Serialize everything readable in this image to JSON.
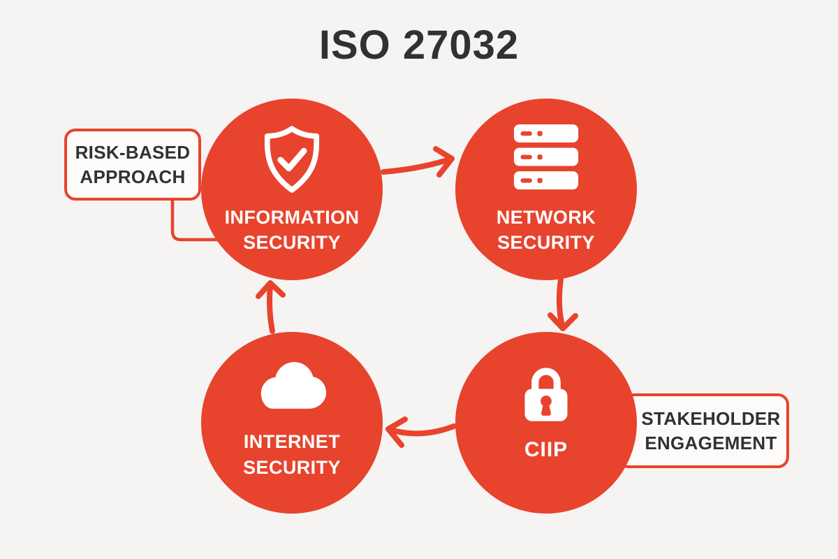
{
  "title": "ISO 27032",
  "colors": {
    "accent_red": "#E8432D",
    "background": "#F5F4F2",
    "text_dark": "#2F3233",
    "icon_white": "#FFFFFF"
  },
  "nodes": [
    {
      "name": "information-security",
      "icon": "shield-check-icon",
      "line1": "INFORMATION",
      "line2": "SECURITY"
    },
    {
      "name": "network-security",
      "icon": "server-stack-icon",
      "line1": "NETWORK",
      "line2": "SECURITY"
    },
    {
      "name": "ciip",
      "icon": "padlock-icon",
      "line1": "CIIP"
    },
    {
      "name": "internet-security",
      "icon": "cloud-icon",
      "line1": "INTERNET",
      "line2": "SECURITY"
    }
  ],
  "callouts": [
    {
      "name": "risk-based-approach",
      "line1": "RISK-BASED",
      "line2": "APPROACH",
      "attached_to": "INFORMATION SECURITY"
    },
    {
      "name": "stakeholder-engagement",
      "line1": "STAKEHOLDER",
      "line2": "ENGAGEMENT",
      "attached_to": "CIIP"
    }
  ],
  "cycle": [
    "INFORMATION SECURITY",
    "NETWORK SECURITY",
    "CIIP",
    "INTERNET SECURITY"
  ]
}
